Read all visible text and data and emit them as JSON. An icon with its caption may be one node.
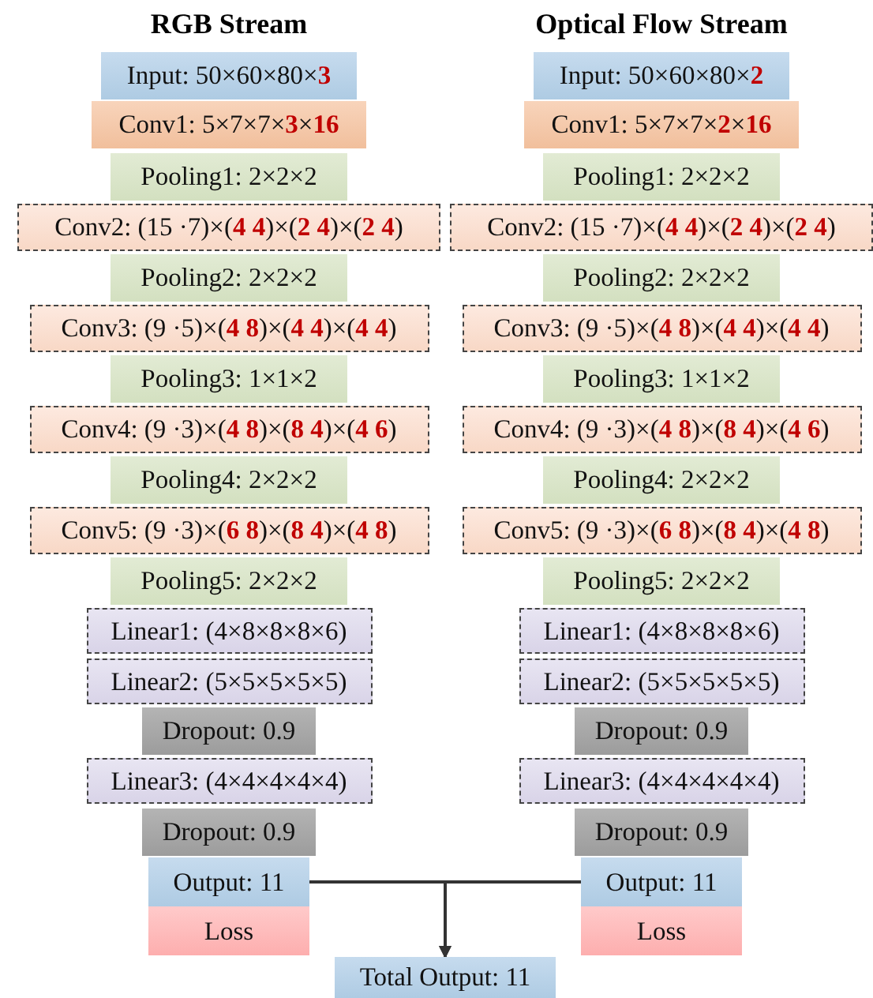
{
  "diagram": {
    "nodes": [
      {
        "text": [
          "Input: 50×60×80×**3**"
        ]
      },
      {
        "text": [
          "Conv1: 5×7×7×**3**×**16**"
        ]
      },
      {
        "text": [
          "Pooling1: 2×2×2"
        ]
      },
      {
        "text": [
          "Conv2: (15 ·7)×(**4 4**)×(**2 4**)×(**2 4**)"
        ]
      },
      {
        "text": [
          "Pooling2: 2×2×2"
        ]
      },
      {
        "text": [
          "Conv3: (9 ·5)×(**4 8**)×(**4 4**)×(**4 4**)"
        ]
      },
      {
        "text": [
          "Pooling3: 1×1×2"
        ]
      },
      {
        "text": [
          "Conv4: (9 ·3)×(**4 8**)×(**8 4**)×(**4 6**)"
        ]
      },
      {
        "text": [
          "Pooling4: 2×2×2"
        ]
      },
      {
        "text": [
          "Conv5: (9 ·3)×(**6 8**)×(**8 4**)×(**4 8**)"
        ]
      },
      {
        "text": [
          "Pooling5: 2×2×2"
        ]
      },
      {
        "text": [
          "Linear1: (4×8×8×8×6)"
        ]
      },
      {
        "text": [
          "Linear2: (5×5×5×5×5)"
        ]
      },
      {
        "text": [
          "Dropout: 0.9"
        ]
      },
      {
        "text": [
          "Linear3: (4×4×4×4×4)"
        ]
      },
      {
        "text": [
          "Dropout: 0.9"
        ]
      },
      {
        "text": [
          "Output: 11"
        ]
      },
      {
        "text": [
          "Loss"
        ]
      },
      {
        "text": [
          "Input: 50×60×80×**2**"
        ]
      },
      {
        "text": [
          "Conv1: 5×7×7×**2**×**16**"
        ]
      },
      {
        "text": [
          "Pooling1: 2×2×2"
        ]
      },
      {
        "text": [
          "Conv2: (15 ·7)×(**4 4**)×(**2 4**)×(**2 4**)"
        ]
      },
      {
        "text": [
          "Pooling2: 2×2×2"
        ]
      },
      {
        "text": [
          "Conv3: (9 ·5)×(**4 8**)×(**4 4**)×(**4 4**)"
        ]
      },
      {
        "text": [
          "Pooling3: 1×1×2"
        ]
      },
      {
        "text": [
          "Conv4: (9 ·3)×(**4 8**)×(**8 4**)×(**4 6**)"
        ]
      },
      {
        "text": [
          "Pooling4: 2×2×2"
        ]
      },
      {
        "text": [
          "Conv5: (9 ·3)×(**6 8**)×(**8 4**)×(**4 8**)"
        ]
      },
      {
        "text": [
          "Pooling5: 2×2×2"
        ]
      },
      {
        "text": [
          "Linear1: (4×8×8×8×6)"
        ]
      },
      {
        "text": [
          "Linear2: (5×5×5×5×5)"
        ]
      },
      {
        "text": [
          "Dropout: 0.9"
        ]
      },
      {
        "text": [
          "Linear3: (4×4×4×4×4)"
        ]
      },
      {
        "text": [
          "Dropout: 0.9"
        ]
      },
      {
        "text": [
          "Output: 11"
        ]
      },
      {
        "text": [
          "Loss"
        ]
      },
      {
        "text": [
          "Total Output: 11"
        ]
      }
    ],
    "edges": [
      {
        "from": 16,
        "to": 36,
        "arrow": "to"
      },
      {
        "from": 34,
        "to": 36,
        "arrow": "to"
      }
    ],
    "labels": [
      "RGB Stream",
      "Optical Flow Stream"
    ]
  }
}
